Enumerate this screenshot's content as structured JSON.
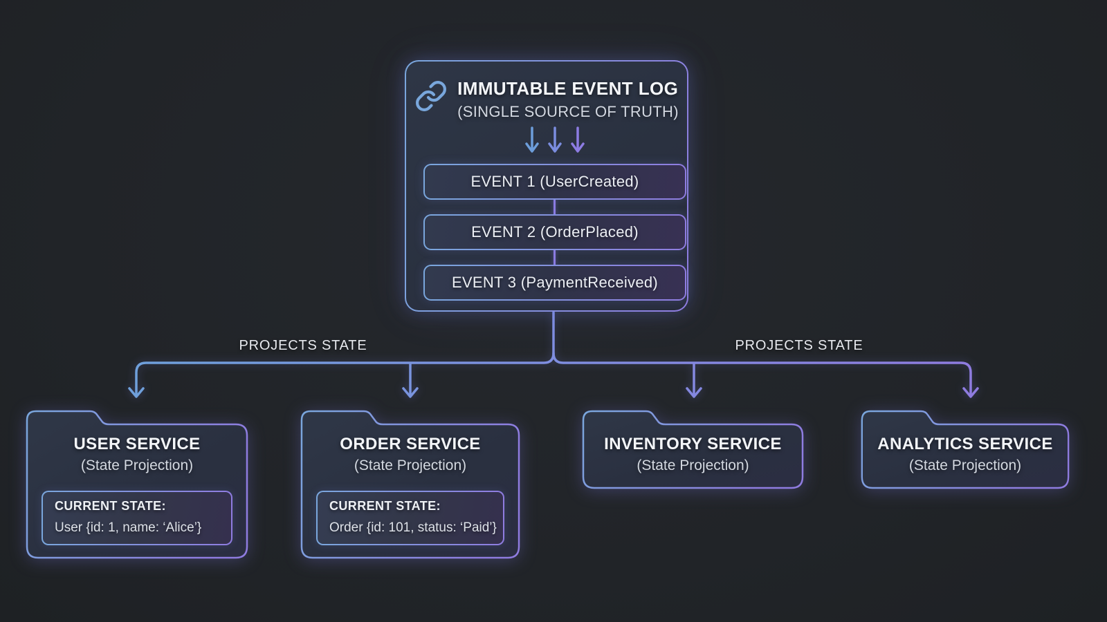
{
  "colors": {
    "background": "#212428",
    "accent_blue": "#7aa7dd",
    "accent_purple": "#8f7ce0",
    "panel_fill": "#2b3342",
    "text_primary": "#f4f6f9",
    "text_secondary": "#d3d8e1"
  },
  "event_log": {
    "icon": "chain-link-icon",
    "title": "IMMUTABLE EVENT LOG",
    "subtitle": "(SINGLE SOURCE OF TRUTH)",
    "flow_icons": [
      "arrow-down-icon",
      "arrow-down-icon",
      "arrow-down-icon"
    ],
    "events": [
      "EVENT 1 (UserCreated)",
      "EVENT 2 (OrderPlaced)",
      "EVENT 3 (PaymentReceived)"
    ]
  },
  "labels": {
    "left": "PROJECTS STATE",
    "right": "PROJECTS STATE"
  },
  "services": [
    {
      "name": "USER SERVICE",
      "subtitle": "(State Projection)",
      "state_label": "CURRENT STATE:",
      "state_value": "User {id: 1, name: ‘Alice’}"
    },
    {
      "name": "ORDER SERVICE",
      "subtitle": "(State Projection)",
      "state_label": "CURRENT STATE:",
      "state_value": "Order {id: 101, status: ‘Paid’}"
    },
    {
      "name": "INVENTORY SERVICE",
      "subtitle": "(State Projection)"
    },
    {
      "name": "ANALYTICS SERVICE",
      "subtitle": "(State Projection)"
    }
  ]
}
